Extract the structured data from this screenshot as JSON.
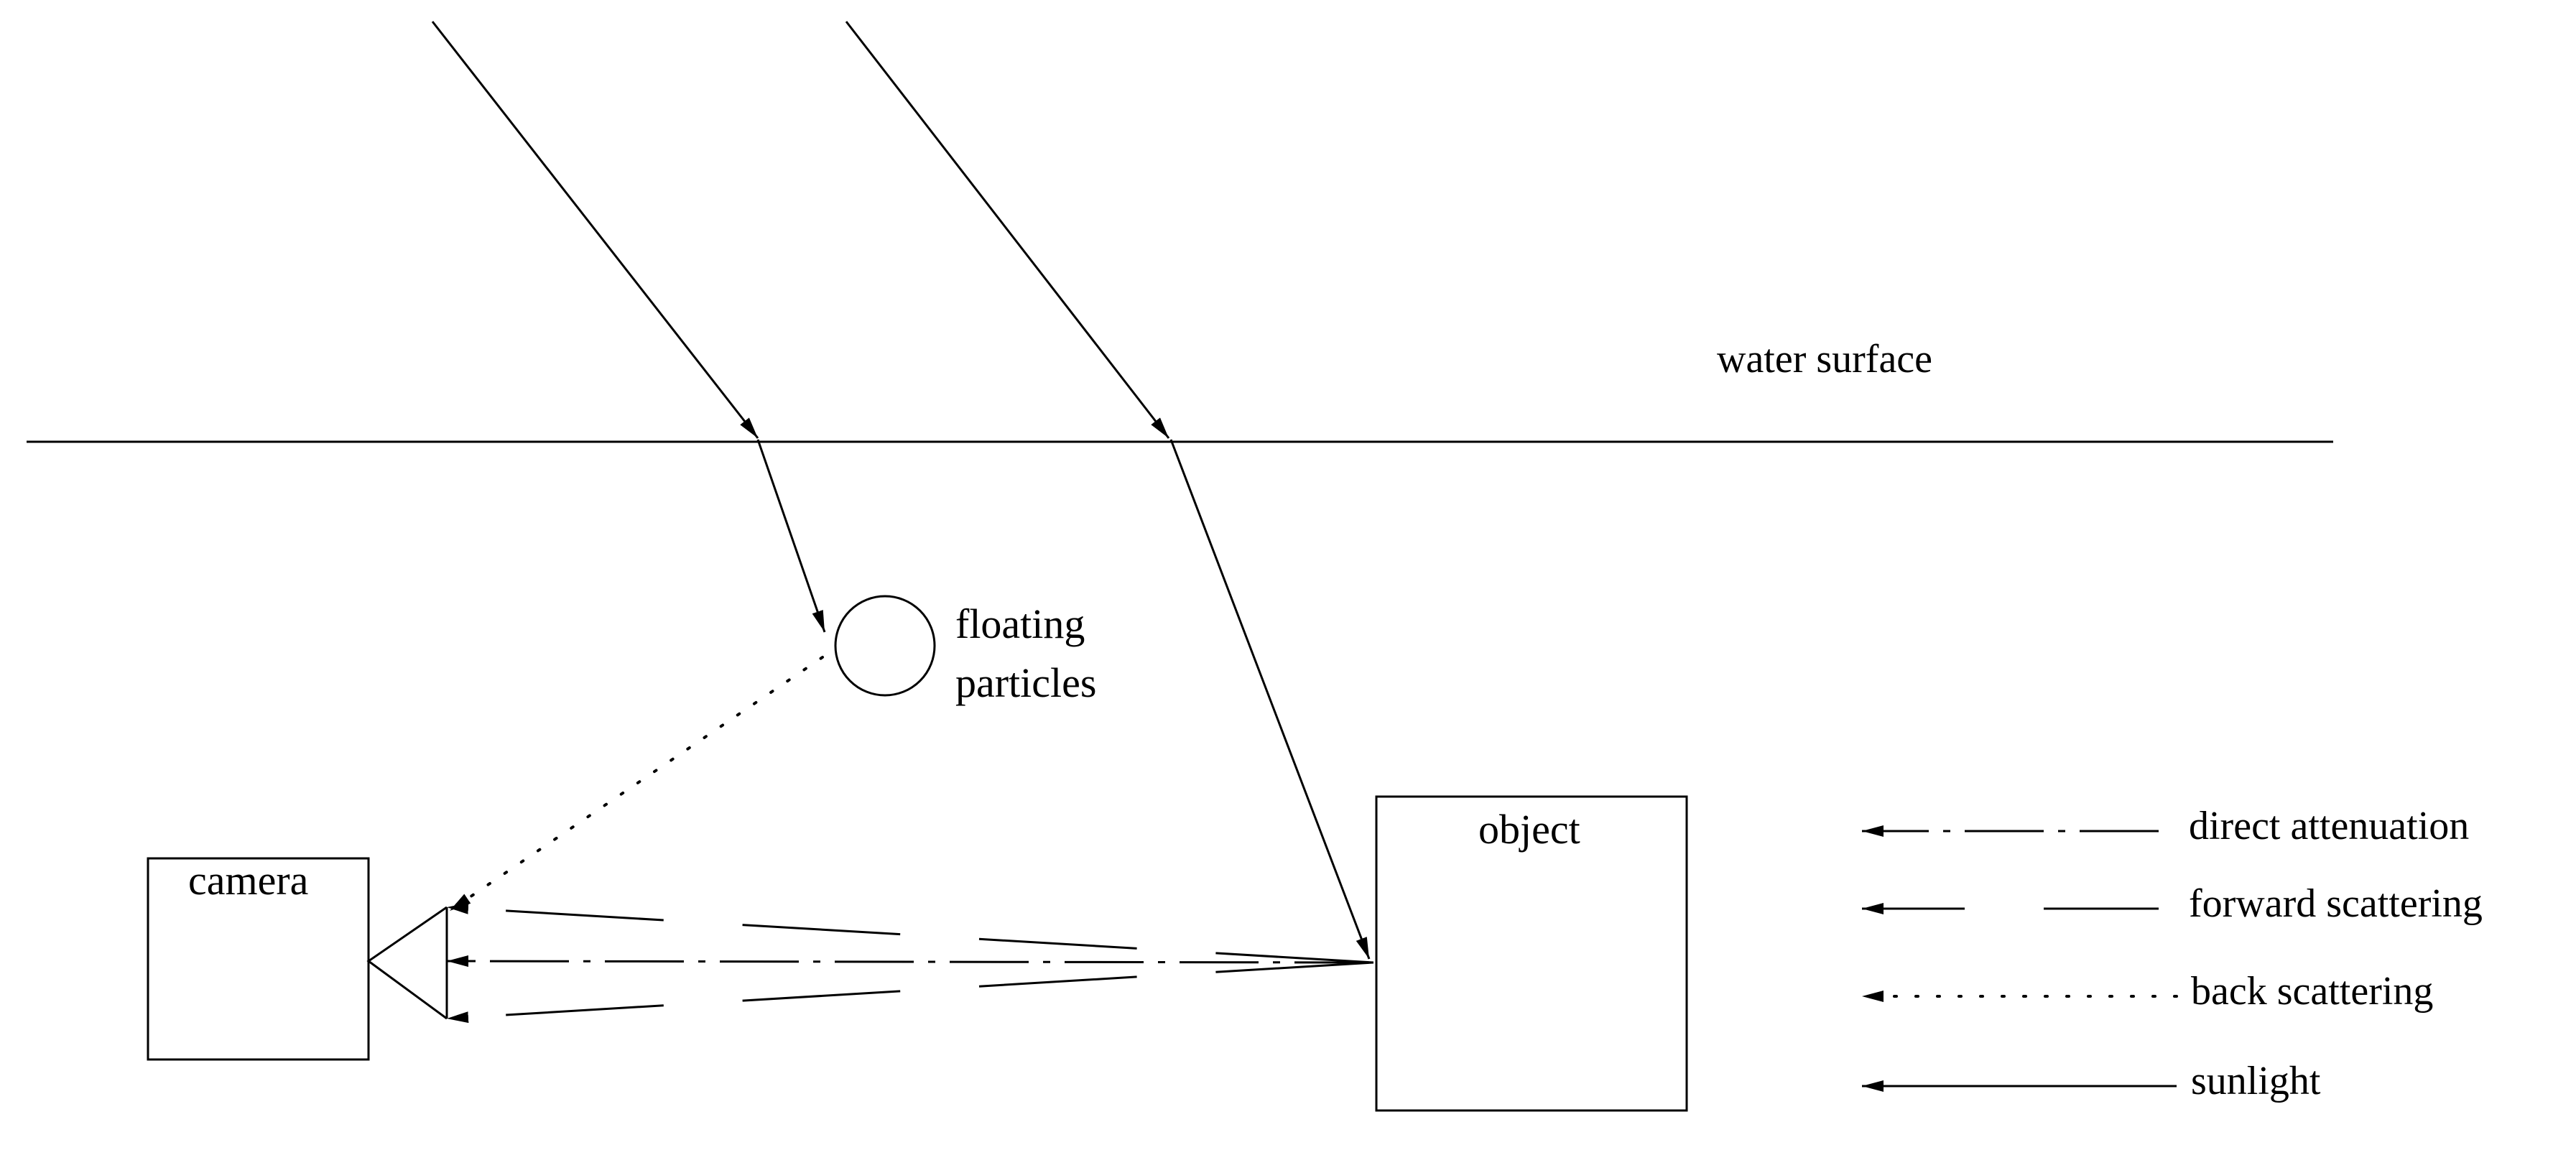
{
  "labels": {
    "water_surface": "water surface",
    "floating": "floating",
    "particles": "particles",
    "object": "object",
    "camera": "camera"
  },
  "legend": [
    {
      "key": "direct",
      "label": "direct attenuation"
    },
    {
      "key": "forward",
      "label": "forward scattering"
    },
    {
      "key": "back",
      "label": "back scattering"
    },
    {
      "key": "sunlight",
      "label": "sunlight"
    }
  ],
  "colors": {
    "stroke": "#000000",
    "background": "#ffffff"
  }
}
